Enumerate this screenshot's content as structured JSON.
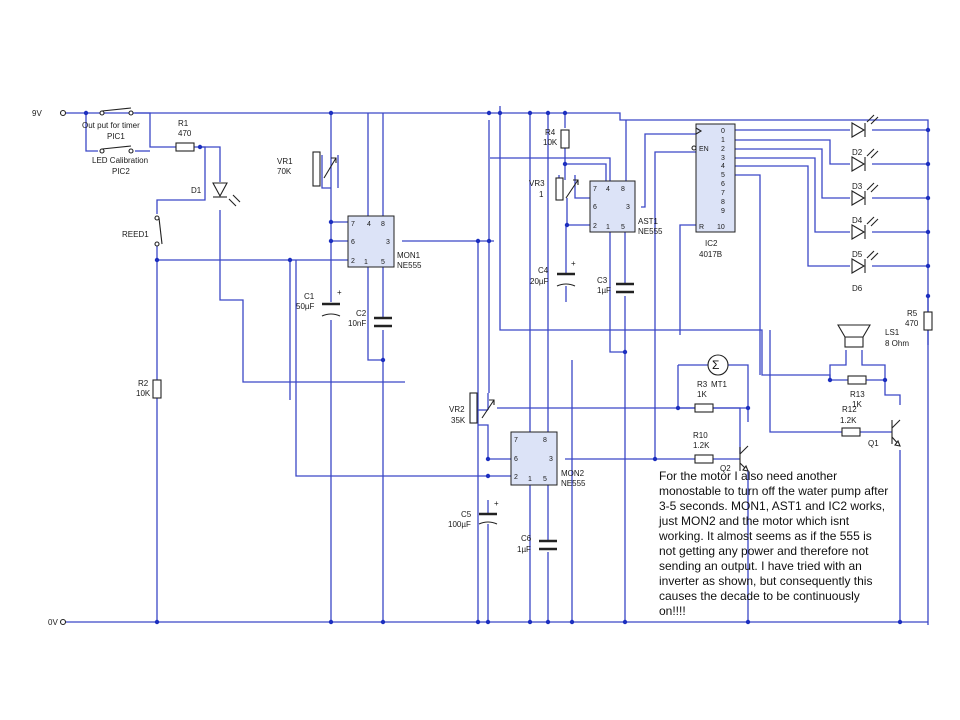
{
  "supply": {
    "plus": "9V",
    "minus": "0V"
  },
  "switches": {
    "pic1_desc": "Out put for timer",
    "pic1": "PIC1",
    "pic2_desc": "LED Calibration",
    "pic2": "PIC2",
    "reed": "REED1"
  },
  "resistors": {
    "r1": "R1",
    "r1_val": "470",
    "r2": "R2",
    "r2_val": "10K",
    "r3": "R3",
    "r3_val": "1K",
    "r4": "R4",
    "r4_val": "10K",
    "r5": "R5",
    "r5_val": "470",
    "r10": "R10",
    "r10_val": "1.2K",
    "r12": "R12",
    "r12_val": "1.2K",
    "r13": "R13",
    "r13_val": "1K"
  },
  "pots": {
    "vr1": "VR1",
    "vr1_val": "70K",
    "vr2": "VR2",
    "vr2_val": "35K",
    "vr3": "VR3",
    "vr3_val": "1"
  },
  "capacitors": {
    "c1": "C1",
    "c1_val": "50µF",
    "c2": "C2",
    "c2_val": "10nF",
    "c3": "C3",
    "c3_val": "1µF",
    "c4": "C4",
    "c4_val": "20µF",
    "c5": "C5",
    "c5_val": "100µF",
    "c6": "C6",
    "c6_val": "1µF"
  },
  "ics": {
    "mon1": "MON1",
    "mon1_type": "NE555",
    "mon2": "MON2",
    "mon2_type": "NE555",
    "ast1": "AST1",
    "ast1_type": "NE555",
    "ic2": "IC2",
    "ic2_type": "4017B",
    "p555": [
      "7",
      "4",
      "8",
      "6",
      "3",
      "2",
      "1",
      "5"
    ],
    "ic2_en": "EN",
    "ic2_r": "R",
    "ic2_outs": [
      "0",
      "1",
      "2",
      "3",
      "4",
      "5",
      "6",
      "7",
      "8",
      "9",
      "10"
    ]
  },
  "leds": {
    "d1": "D1",
    "d2": "D2",
    "d3": "D3",
    "d4": "D4",
    "d5": "D5",
    "d6": "D6"
  },
  "transistors": {
    "q1": "Q1",
    "q2": "Q2"
  },
  "motor": {
    "label": "MT1",
    "symbol": "Σ"
  },
  "speaker": {
    "label": "LS1",
    "val": "8 Ohm"
  },
  "note": {
    "lines": [
      "For the motor I also need another",
      "monostable to turn off the water pump after",
      "3-5 seconds. MON1, AST1 and IC2 works,",
      "just MON2 and the motor which isnt",
      "working. It almost seems as if the 555 is",
      "not getting any power and therefore not",
      "sending an output. I have tried with an",
      "inverter as shown, but consequently this",
      "causes the decade to be continuously",
      "on!!!!"
    ]
  }
}
